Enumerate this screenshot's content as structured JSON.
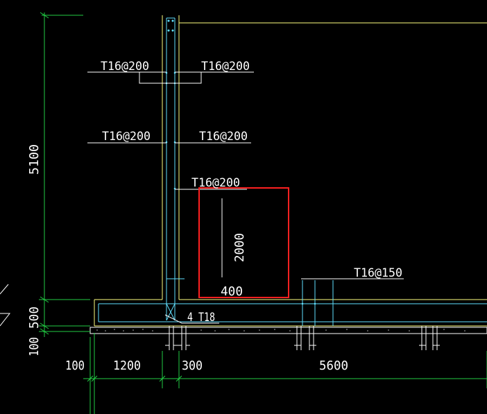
{
  "drawing": {
    "rebar_labels": {
      "wall_upper_left": "T16@200",
      "wall_upper_right": "T16@200",
      "wall_mid_left": "T16@200",
      "wall_mid_right": "T16@200",
      "wall_lower_inner": "T16@200",
      "slab_top": "T16@150",
      "corner_bars": "4 T18"
    },
    "highlight_dims": {
      "vertical": "2000",
      "horizontal": "400"
    },
    "left_dims": {
      "wall_height": "5100",
      "slab_thickness": "500",
      "base_thickness": "100"
    },
    "bottom_dims": {
      "d1": "100",
      "d2": "1200",
      "d3": "300",
      "d4": "5600"
    },
    "colors": {
      "background": "#000000",
      "concrete_outline": "#ffff80",
      "rebar": "#60e0ff",
      "dimension": "#22cc44",
      "text": "#ffffff",
      "highlight": "#ff2020"
    }
  }
}
